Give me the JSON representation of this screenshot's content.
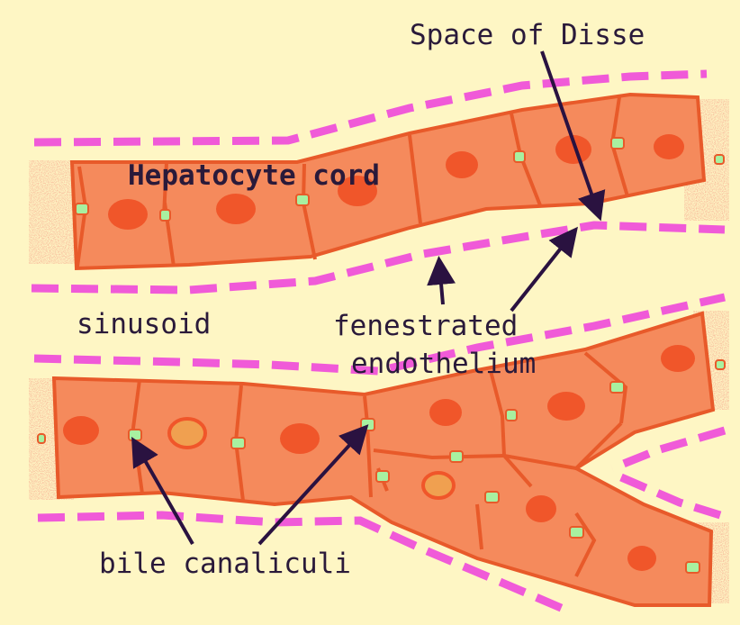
{
  "labels": {
    "space_of_disse": "Space of Disse",
    "hepatocyte_cord": "Hepatocyte cord",
    "sinusoid": "sinusoid",
    "fenestrated_line1": "fenestrated",
    "fenestrated_line2": "endothelium",
    "bile_canaliculi": "bile canaliculi"
  },
  "colors": {
    "background": "#fef6c4",
    "cell_fill": "#f58a5c",
    "cell_border": "#e85a2a",
    "nucleus": "#f0562a",
    "endothelium": "#f05ad8",
    "canaliculus": "#a8f0a0",
    "arrow": "#2a1240",
    "text": "#2a1a3a"
  }
}
